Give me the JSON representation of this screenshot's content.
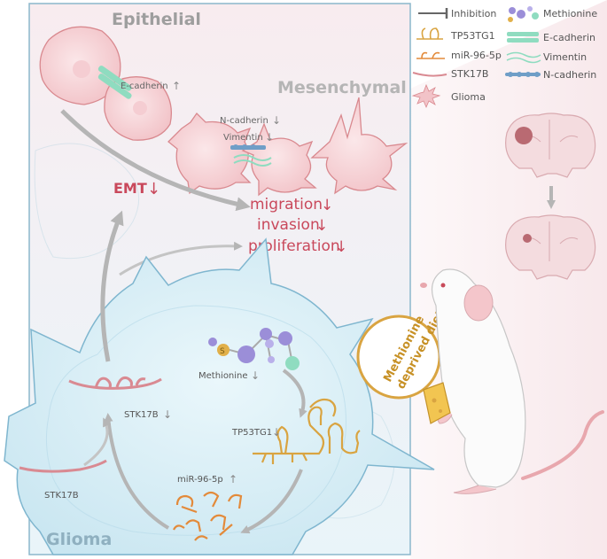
{
  "panel": {
    "epithelial": "Epithelial",
    "mesenchymal": "Mesenchymal",
    "glioma": "Glioma"
  },
  "cell_labels": {
    "e_cadherin": "E-cadherin",
    "n_cadherin": "N-cadherin",
    "vimentin": "Vimentin"
  },
  "effects": {
    "emt": "EMT",
    "migration": "migration",
    "invasion": "invasion",
    "proliferation": "proliferation"
  },
  "molecules": {
    "methionine": "Methionine",
    "tp53tg1": "TP53TG1",
    "mir": "miR-96-5p",
    "stk17b_top": "STK17B",
    "stk17b_bottom": "STK17B",
    "atom_s": "S"
  },
  "diet": {
    "line1": "Methionine",
    "line2": "deprived diet"
  },
  "legend": {
    "inhibition": "Inhibition",
    "tp53tg1": "TP53TG1",
    "mir": "miR-96-5p",
    "stk17b": "STK17B",
    "methionine": "Methionine",
    "e_cadherin": "E-cadherin",
    "vimentin": "Vimentin",
    "n_cadherin": "N-cadherin",
    "glioma": "Glioma"
  },
  "colors": {
    "panel_bg": "#eef6fa",
    "panel_border": "#8bb7cc",
    "cell_pink": "#f7d3d6",
    "cell_stroke": "#d9898f",
    "glioma_fill": "#d7eef6",
    "glioma_stroke": "#7fb6cf",
    "arrow_grey": "#b5b5b5",
    "red_text": "#c9485b",
    "gold": "#d9a441",
    "methionine_purple": "#9b8ed8",
    "green": "#8fdcc0",
    "rna_pink": "#d98a92",
    "ncad_blue": "#6f9ec7"
  }
}
